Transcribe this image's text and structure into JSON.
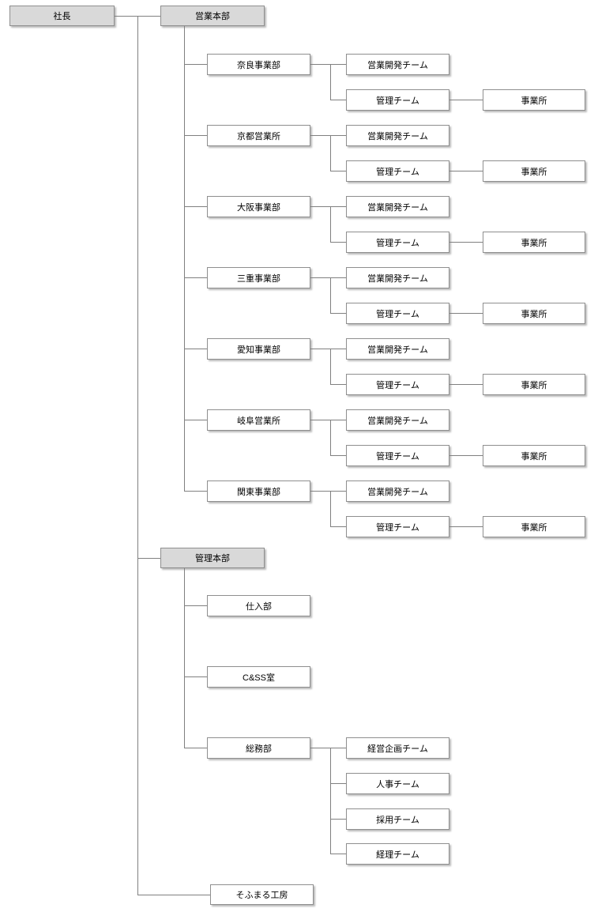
{
  "org_chart": {
    "president": {
      "label": "社長"
    },
    "sales_hq": {
      "label": "営業本部",
      "divisions": [
        {
          "label": "奈良事業部",
          "teams": [
            {
              "label": "営業開発チーム"
            },
            {
              "label": "管理チーム",
              "office": {
                "label": "事業所"
              }
            }
          ]
        },
        {
          "label": "京都営業所",
          "teams": [
            {
              "label": "営業開発チーム"
            },
            {
              "label": "管理チーム",
              "office": {
                "label": "事業所"
              }
            }
          ]
        },
        {
          "label": "大阪事業部",
          "teams": [
            {
              "label": "営業開発チーム"
            },
            {
              "label": "管理チーム",
              "office": {
                "label": "事業所"
              }
            }
          ]
        },
        {
          "label": "三重事業部",
          "teams": [
            {
              "label": "営業開発チーム"
            },
            {
              "label": "管理チーム",
              "office": {
                "label": "事業所"
              }
            }
          ]
        },
        {
          "label": "愛知事業部",
          "teams": [
            {
              "label": "営業開発チーム"
            },
            {
              "label": "管理チーム",
              "office": {
                "label": "事業所"
              }
            }
          ]
        },
        {
          "label": "岐阜営業所",
          "teams": [
            {
              "label": "営業開発チーム"
            },
            {
              "label": "管理チーム",
              "office": {
                "label": "事業所"
              }
            }
          ]
        },
        {
          "label": "関東事業部",
          "teams": [
            {
              "label": "営業開発チーム"
            },
            {
              "label": "管理チーム",
              "office": {
                "label": "事業所"
              }
            }
          ]
        }
      ]
    },
    "admin_hq": {
      "label": "管理本部",
      "departments": [
        {
          "label": "仕入部"
        },
        {
          "label": "C&SS室"
        },
        {
          "label": "総務部",
          "teams": [
            {
              "label": "経営企画チーム"
            },
            {
              "label": "人事チーム"
            },
            {
              "label": "採用チーム"
            },
            {
              "label": "経理チーム"
            }
          ]
        }
      ]
    },
    "workshop": {
      "label": "そふまる工房"
    }
  },
  "colors": {
    "hq_fill": "#d9d9d9",
    "node_fill": "#ffffff",
    "border": "#8f8f8f",
    "line": "#808080"
  }
}
